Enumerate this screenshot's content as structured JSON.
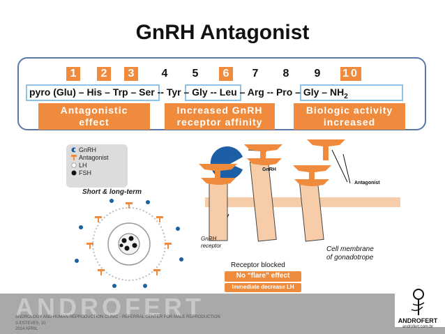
{
  "title": "GnRH Antagonist",
  "positions": [
    "1",
    "2",
    "3",
    "4",
    "5",
    "6",
    "7",
    "8",
    "9",
    "10"
  ],
  "highlighted_positions": [
    "1",
    "2",
    "3",
    "6",
    "10"
  ],
  "sequence": {
    "main": "pyro (Glu) – His – Trp – Ser -- Tyr – Gly -- Leu – Arg -- Pro – Gly – NH",
    "subscript": "2"
  },
  "labels": {
    "antagonistic_effect": [
      "Antagonistic",
      "effect"
    ],
    "receptor_affinity": [
      "Increased GnRH",
      "receptor affinity"
    ],
    "biologic_activity": [
      "Biologic activity",
      "increased"
    ]
  },
  "legend": {
    "gnrh": "GnRH",
    "antagonist": "Antagonist",
    "lh": "LH",
    "fsh": "FSH"
  },
  "short_long_term": "Short & long-term",
  "diagram": {
    "gnrh_label": "GnRH",
    "antagonist_label": "Antagonist",
    "receptor_label": [
      "GnRH",
      "receptor"
    ],
    "membrane_label": [
      "Cell membrane",
      "of gonadotrope"
    ],
    "receptor_blocked": "Receptor blocked",
    "no_flare": "No “flare” effect",
    "immediate_decrease": "Immediate decrease LH"
  },
  "footer": {
    "brand": "ANDROFERT",
    "line1": "ANDROLOGY AND HUMAN REPRODUCTION CLINIC - REFERRAL CENTER FOR MALE REPRODUCTION",
    "line2": "S.ESTEVES, 10",
    "line3": "2014 APRIL"
  },
  "logo": {
    "name": "ANDROFERT",
    "url": "androfert.com.br"
  },
  "colors": {
    "accent": "#f08a3c",
    "panel_border": "#5878a8",
    "highlight": "#8fc3e6",
    "gnrh_blue": "#1d5fa5",
    "footer": "#a9a9a9"
  }
}
